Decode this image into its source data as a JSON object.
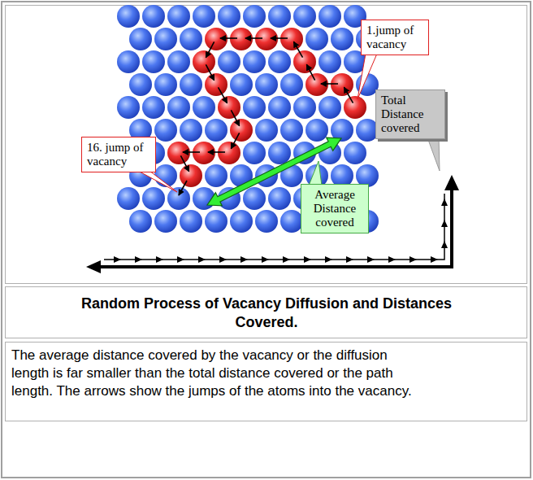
{
  "diagram": {
    "title": "Random Process of Vacancy Diffusion and Distances Covered.",
    "caption": "The average distance covered by the vacancy or the diffusion length is far smaller than the total distance covered or the path length. The arrows show the jumps of the atoms into the vacancy.",
    "nodes": [
      {
        "text": [
          "1.jump of vacancy"
        ]
      },
      {
        "text": [
          "Total Distance covered"
        ]
      },
      {
        "text": [
          "16. jump of vacancy"
        ]
      },
      {
        "text": [
          "Average Distance covered"
        ]
      }
    ]
  }
}
